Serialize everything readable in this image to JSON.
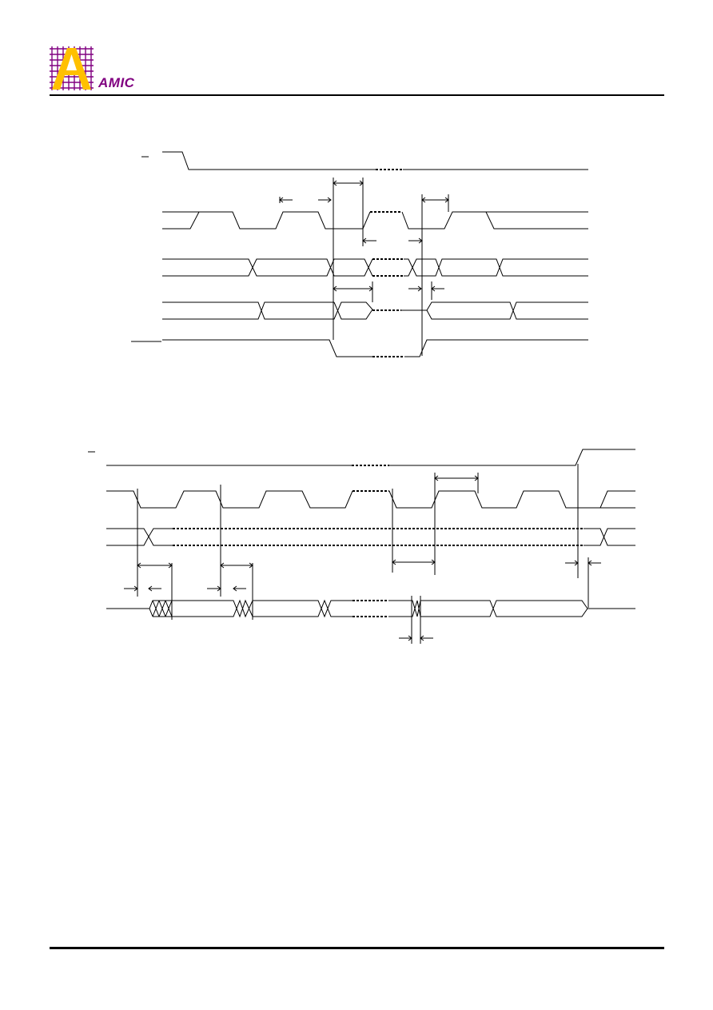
{
  "header": {
    "logo_text": "AMIC",
    "brand_color": "#800080",
    "logo_accent_color": "#FFC000"
  },
  "diagrams": [
    {
      "name": "upper-timing-diagram",
      "signal_rows": 5,
      "bar_marks": 2
    },
    {
      "name": "lower-timing-diagram",
      "signal_rows": 4,
      "bar_marks": 1
    }
  ]
}
